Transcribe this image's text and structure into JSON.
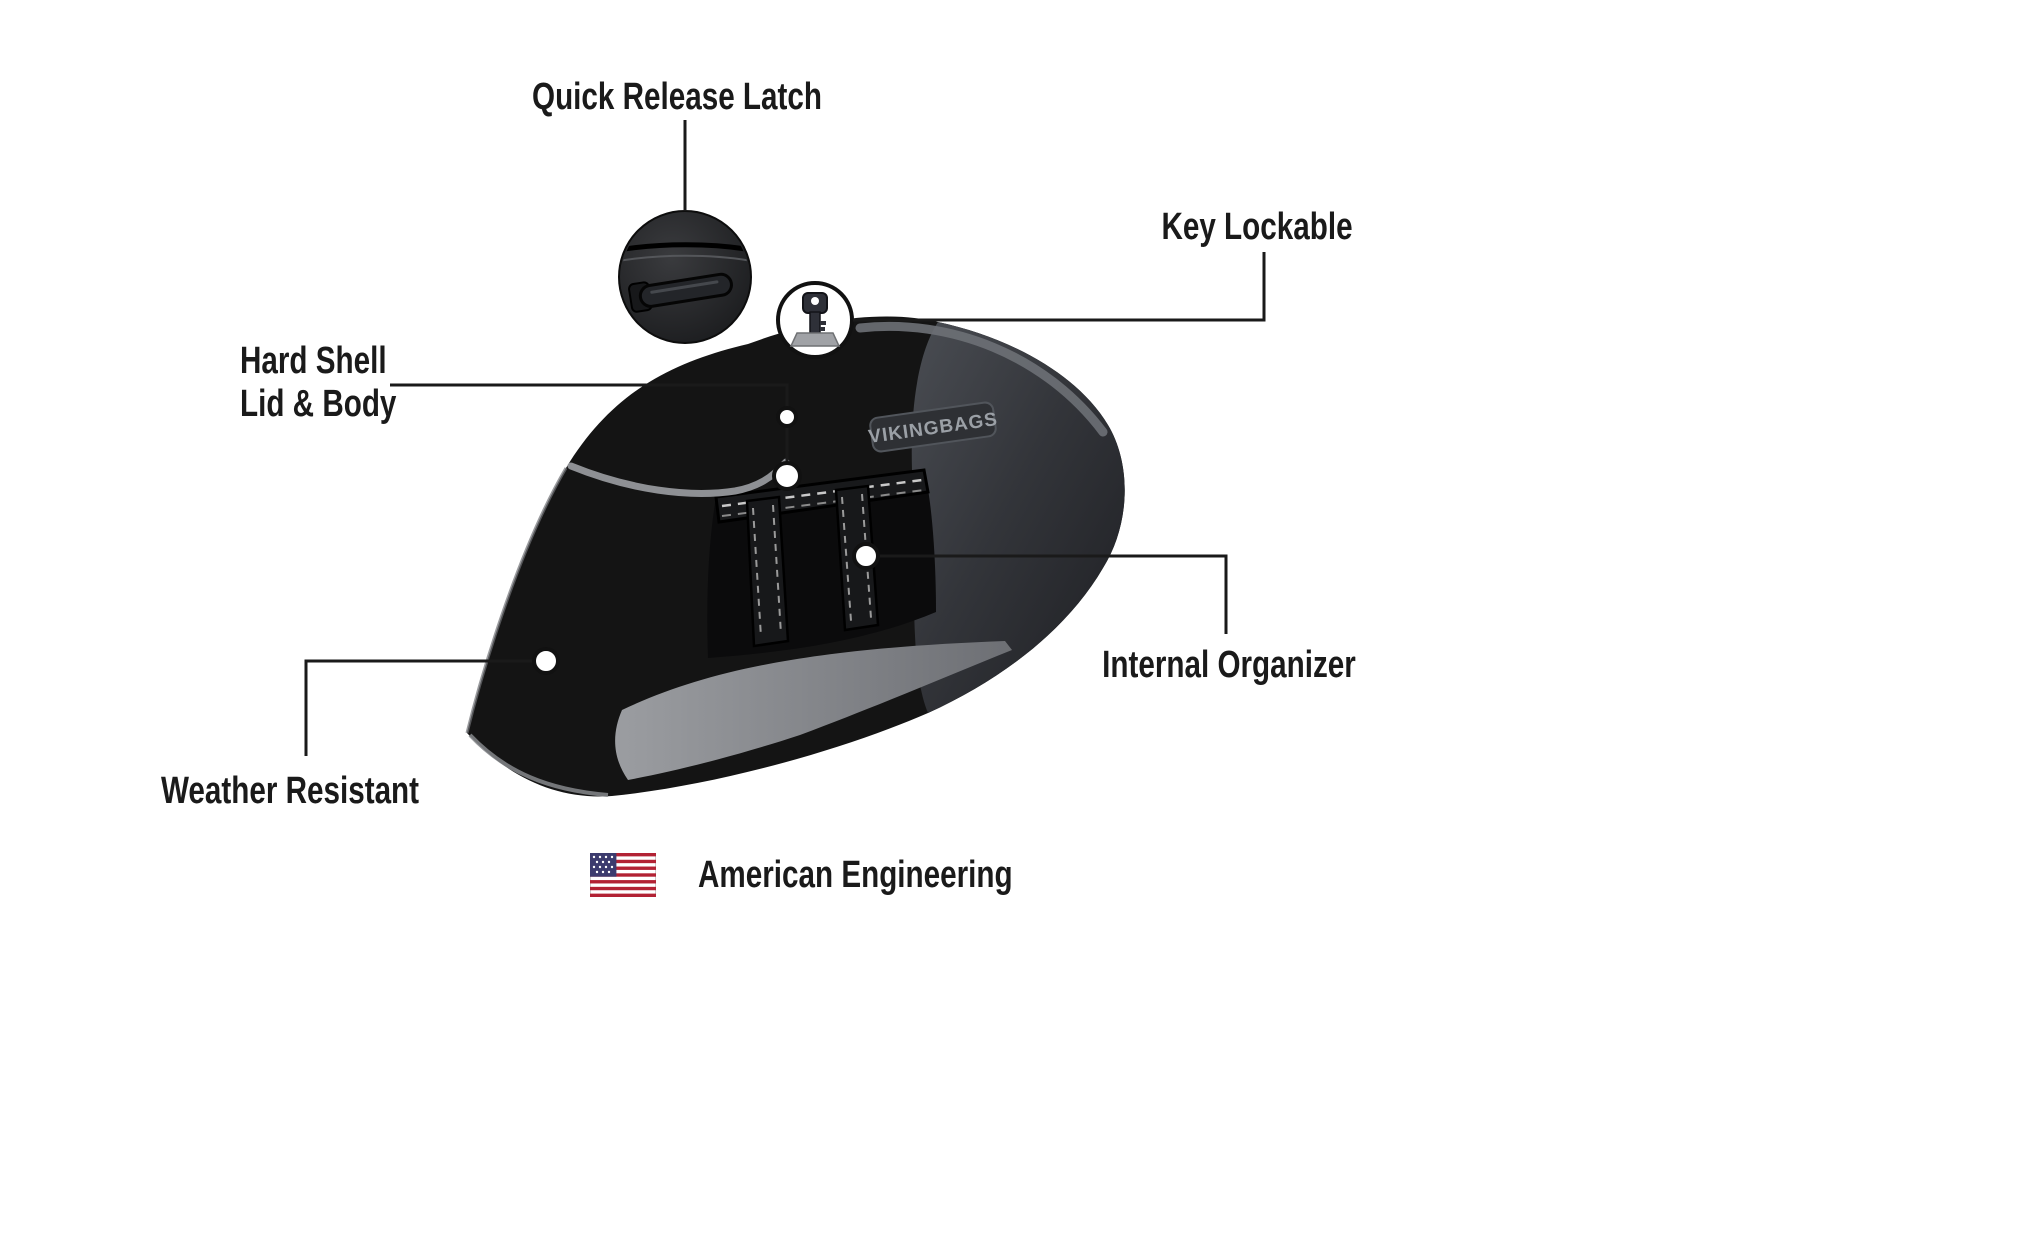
{
  "product": {
    "brand_badge": "VIKINGBAGS"
  },
  "callouts": {
    "quick_release_latch": "Quick Release Latch",
    "key_lockable": "Key Lockable",
    "hard_shell_line1": "Hard Shell",
    "hard_shell_line2": "Lid & Body",
    "internal_organizer": "Internal Organizer",
    "weather_resistant": "Weather Resistant"
  },
  "footer": {
    "text": "American Engineering",
    "flag_icon": "us-flag-icon"
  },
  "colors": {
    "label_text": "#1a1a1a",
    "callout_line": "#1a1a1a",
    "bag_body": "#141414",
    "bag_side_panel": "#3a3d42",
    "bag_trim_gray": "#8e9094",
    "badge_text": "#9ba0a6",
    "flag_red": "#B22234",
    "flag_blue": "#3C3B6E",
    "background": "#ffffff"
  }
}
